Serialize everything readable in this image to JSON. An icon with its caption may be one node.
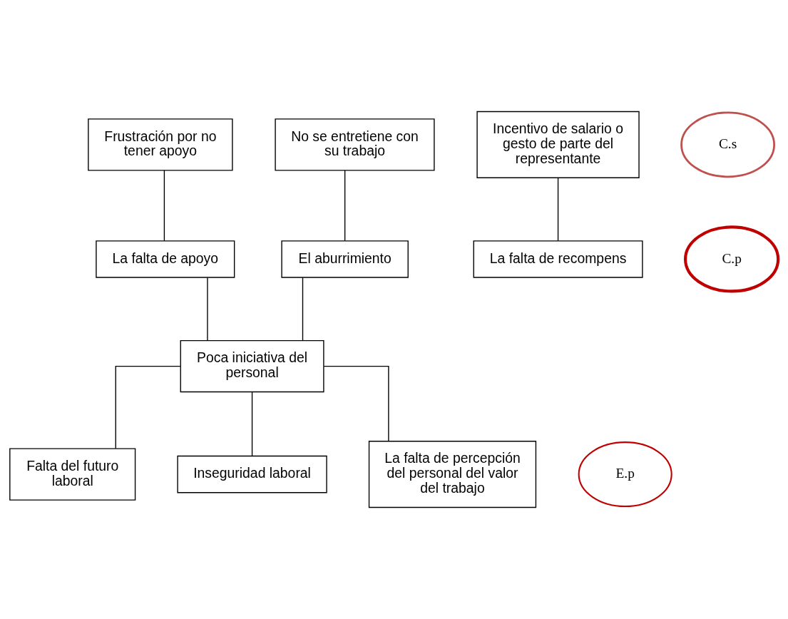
{
  "diagram": {
    "nodes": [
      {
        "text": [
          "Frustración por no tener apoyo"
        ]
      },
      {
        "text": [
          "Incentivo de salario o gesto de parte del representante"
        ]
      },
      {
        "text": [
          "No se entretiene con su trabajo"
        ]
      },
      {
        "text": [
          "C.s"
        ]
      },
      {
        "text": [
          "La falta de apoyo"
        ]
      },
      {
        "text": [
          "La falta de recompens"
        ]
      },
      {
        "text": [
          "El aburrimiento"
        ]
      },
      {
        "text": [
          "C.p"
        ]
      },
      {
        "text": [
          "Poca iniciativa del personal"
        ]
      },
      {
        "text": [
          "Falta del futuro laboral"
        ]
      },
      {
        "text": [
          "Inseguridad laboral"
        ]
      },
      {
        "text": [
          "La falta de percepción del personal del valor del trabajo"
        ]
      },
      {
        "text": [
          "E.p"
        ]
      }
    ],
    "edges": [
      {
        "from": 0,
        "to": 4,
        "arrow": "none"
      },
      {
        "from": 1,
        "to": 5,
        "arrow": "none"
      },
      {
        "from": 2,
        "to": 6,
        "arrow": "none"
      },
      {
        "from": 4,
        "to": 8,
        "arrow": "none"
      },
      {
        "from": 6,
        "to": 8,
        "arrow": "none"
      },
      {
        "from": 8,
        "to": 9,
        "arrow": "none"
      },
      {
        "from": 8,
        "to": 10,
        "arrow": "none"
      },
      {
        "from": 8,
        "to": 11,
        "arrow": "none"
      }
    ]
  }
}
